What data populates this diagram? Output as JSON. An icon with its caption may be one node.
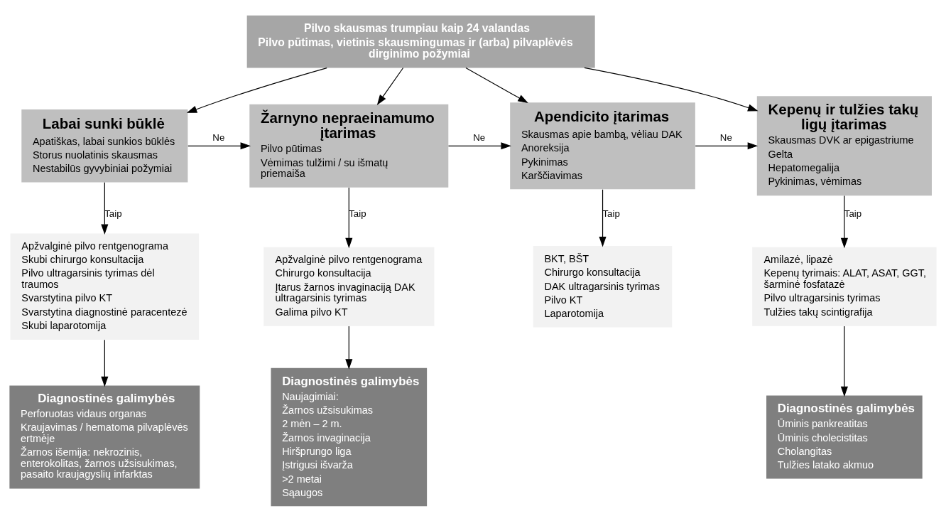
{
  "diagram": {
    "nodes": [
      {
        "text": [
          "Pilvo skausmas trumpiau kaip 24 valandas",
          "Pilvo pūtimas, vietinis skausmingumas ir (arba) pilvaplėvės dirginimo požymiai"
        ]
      },
      {
        "text": [
          "Labai sunki būklė",
          "Apatiškas, labai sunkios būklės",
          "Storus nuolatinis skausmas",
          "Nestabilūs gyvybiniai požymiai"
        ]
      },
      {
        "text": [
          "Žarnyno nepraeinamumo įtarimas",
          "Pilvo pūtimas",
          "Vėmimas tulžimi / su išmatų priemaiša"
        ]
      },
      {
        "text": [
          "Apendicito įtarimas",
          "Skausmas apie bambą, vėliau DAK",
          "Anoreksija",
          "Pykinimas",
          "Karščiavimas"
        ]
      },
      {
        "text": [
          "Kepenų ir tulžies takų ligų įtarimas",
          "Skausmas DVK ar epigastriume",
          "Gelta",
          "Hepatomegalija",
          "Pykinimas, vėmimas"
        ]
      },
      {
        "text": [
          "Apžvalginė pilvo rentgenograma",
          "Skubi chirurgo konsultacija",
          "Pilvo ultragarsinis tyrimas dėl traumos",
          "Svarstytina pilvo KT",
          "Svarstytina diagnostinė paracentezė",
          "Skubi laparotomija"
        ]
      },
      {
        "text": [
          "Apžvalginė pilvo rentgenograma",
          "Chirurgo konsultacija",
          "Įtarus žarnos invaginaciją DAK ultragarsinis tyrimas",
          "Galima pilvo KT"
        ]
      },
      {
        "text": [
          "BKT, BŠT",
          "Chirurgo konsultacija",
          "DAK ultragarsinis tyrimas",
          "Pilvo KT",
          "Laparotomija"
        ]
      },
      {
        "text": [
          "Amilazė, lipazė",
          "Kepenų tyrimais: ALAT, ASAT, GGT, šarminė fosfatazė",
          "Pilvo ultragarsinis tyrimas",
          "Tulžies takų scintigrafija"
        ]
      },
      {
        "text": [
          "Diagnostinės galimybės",
          "Perforuotas vidaus organas",
          "Kraujavimas / hematoma pilvaplėvės ertmėje",
          "Žarnos išemija: nekrozinis, enterokolitas, žarnos užsisukimas, pasaito kraujagyslių infarktas"
        ]
      },
      {
        "text": [
          "Diagnostinės galimybės",
          "Naujagimiai:",
          "Žarnos užsisukimas",
          "2 mėn – 2 m.",
          "Žarnos invaginacija",
          "Hiršprungo liga",
          "Įstrigusi išvarža",
          ">2 metai",
          "Sąaugos"
        ]
      },
      {
        "text": [
          "Diagnostinės galimybės",
          "Ūminis pankreatitas",
          "Ūminis cholecistitas",
          "Cholangitas",
          "Tulžies latako akmuo"
        ]
      }
    ],
    "edges": [
      {
        "from": 0,
        "to": 1,
        "arrow": "to"
      },
      {
        "from": 0,
        "to": 2,
        "arrow": "to"
      },
      {
        "from": 0,
        "to": 3,
        "arrow": "to"
      },
      {
        "from": 0,
        "to": 4,
        "arrow": "to"
      },
      {
        "from": 1,
        "to": 2,
        "arrow": "to",
        "label": "Ne"
      },
      {
        "from": 2,
        "to": 3,
        "arrow": "to",
        "label": "Ne"
      },
      {
        "from": 3,
        "to": 4,
        "arrow": "to",
        "label": "Ne"
      },
      {
        "from": 1,
        "to": 5,
        "arrow": "to",
        "label": "Taip"
      },
      {
        "from": 2,
        "to": 6,
        "arrow": "to",
        "label": "Taip"
      },
      {
        "from": 3,
        "to": 7,
        "arrow": "to",
        "label": "Taip"
      },
      {
        "from": 4,
        "to": 8,
        "arrow": "to",
        "label": "Taip"
      },
      {
        "from": 5,
        "to": 9,
        "arrow": "to"
      },
      {
        "from": 6,
        "to": 10,
        "arrow": "to"
      },
      {
        "from": 8,
        "to": 11,
        "arrow": "to"
      }
    ]
  }
}
